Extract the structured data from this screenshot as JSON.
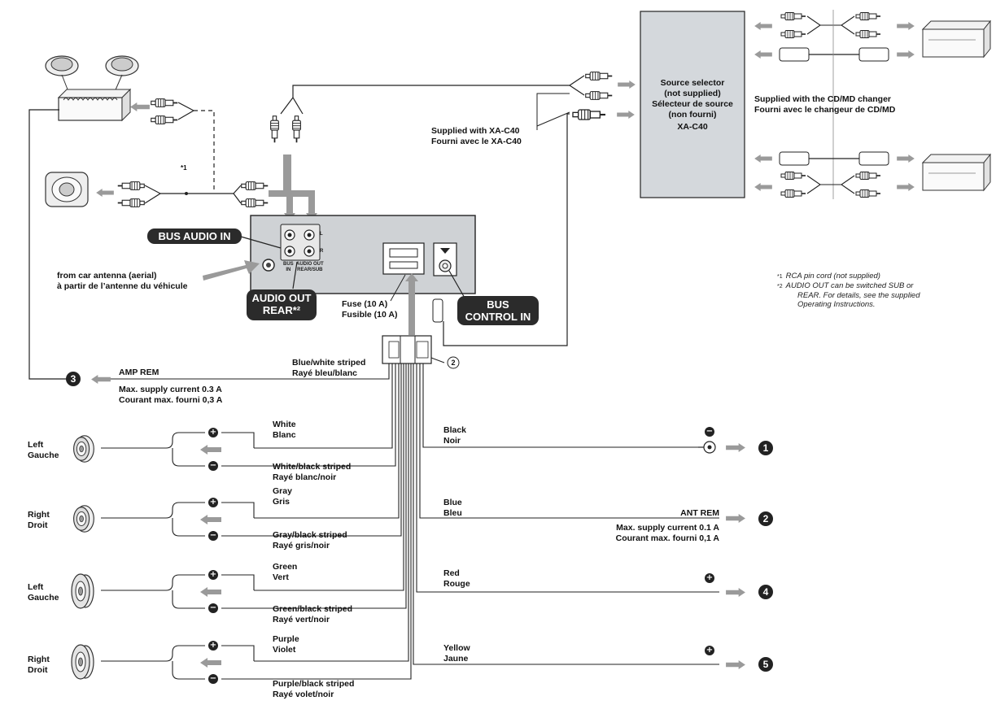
{
  "bus_audio_in": "BUS AUDIO IN",
  "audio_out_rear": [
    "AUDIO OUT",
    "REAR*²"
  ],
  "bus_control_in": [
    "BUS",
    "CONTROL IN"
  ],
  "unit_labels": {
    "l": "L",
    "r": "R",
    "bus_in": [
      "BUS",
      "IN"
    ],
    "audio_out_sub": [
      "AUDIO OUT",
      "REAR/SUB"
    ]
  },
  "antenna": [
    "from car antenna (aerial)",
    "à partir de l’antenne du véhicule"
  ],
  "fuse": [
    "Fuse (10 A)",
    "Fusible (10 A)"
  ],
  "connector_2": "2",
  "rca_note_marker": "*1",
  "source_selector": [
    "Source selector",
    "(not supplied)",
    "Sélecteur de source",
    "(non fourni)",
    "XA-C40"
  ],
  "supplied_with_xa": [
    "Supplied with XA-C40",
    "Fourni avec le XA-C40"
  ],
  "supplied_with_changer": [
    "Supplied with the CD/MD changer",
    "Fourni avec le changeur de CD/MD"
  ],
  "footnotes": [
    {
      "mark": "*1",
      "lines": [
        "RCA pin cord (not supplied)"
      ]
    },
    {
      "mark": "*2",
      "lines": [
        "AUDIO OUT can be switched SUB or",
        "REAR. For details, see the supplied",
        "Operating Instructions."
      ]
    }
  ],
  "amp_rem": {
    "wire": [
      "Blue/white striped",
      "Rayé bleu/blanc"
    ],
    "label": "AMP REM",
    "current": [
      "Max. supply current 0.3 A",
      "Courant max. fourni 0,3 A"
    ],
    "number": "3"
  },
  "speakers": [
    {
      "side": [
        "Left",
        "Gauche"
      ],
      "plus": [
        "White",
        "Blanc"
      ],
      "minus": [
        "White/black striped",
        "Rayé blanc/noir"
      ]
    },
    {
      "side": [
        "Right",
        "Droit"
      ],
      "plus": [
        "Gray",
        "Gris"
      ],
      "minus": [
        "Gray/black striped",
        "Rayé gris/noir"
      ]
    },
    {
      "side": [
        "Left",
        "Gauche"
      ],
      "plus": [
        "Green",
        "Vert"
      ],
      "minus": [
        "Green/black striped",
        "Rayé vert/noir"
      ]
    },
    {
      "side": [
        "Right",
        "Droit"
      ],
      "plus": [
        "Purple",
        "Violet"
      ],
      "minus": [
        "Purple/black striped",
        "Rayé volet/noir"
      ]
    }
  ],
  "right_wires": [
    {
      "color": [
        "Black",
        "Noir"
      ],
      "number": "1"
    },
    {
      "color": [
        "Blue",
        "Bleu"
      ],
      "label": "ANT REM",
      "current": [
        "Max. supply current 0.1 A",
        "Courant max. fourni 0,1 A"
      ],
      "number": "2"
    },
    {
      "color": [
        "Red",
        "Rouge"
      ],
      "number": "4"
    },
    {
      "color": [
        "Yellow",
        "Jaune"
      ],
      "number": "5"
    }
  ],
  "colors": {
    "ink": "#222222",
    "arrow": "#9a9a9a",
    "unit": "#cfd2d5",
    "selector": "#d4d8dc",
    "tag": "#2b2b2b"
  }
}
